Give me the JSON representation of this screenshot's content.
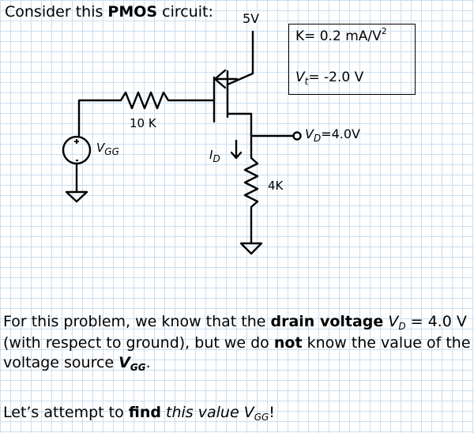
{
  "title": {
    "prefix": "Consider this ",
    "bold": "PMOS",
    "suffix": " circuit:"
  },
  "params": {
    "k_label": "K= 0.2 mA/V",
    "k_exp": "2",
    "vt_label": "V",
    "vt_sub": "t",
    "vt_value": "= -2.0 V"
  },
  "circuit": {
    "supply": "5V",
    "gate_resistor": "10 K",
    "drain_resistor": "4K",
    "source_label": "V",
    "source_sub": "GG",
    "current_label": "I",
    "current_sub": "D",
    "vd_label": "V",
    "vd_sub": "D",
    "vd_value": "=4.0V"
  },
  "paragraph": {
    "p1": "For this problem, we know that the ",
    "b1": "drain voltage",
    "p2": " V",
    "p2_sub": "D",
    "p3": " = 4.0 V (with respect to ground), but we do ",
    "b2": "not",
    "p4": " know the value of the voltage source ",
    "b3": "V",
    "b3_sub": "GG",
    "p5": "."
  },
  "question": {
    "p1": "Let’s attempt to ",
    "b1": "find",
    "p2": " this value V",
    "p2_sub": "GG",
    "p3": "!"
  }
}
